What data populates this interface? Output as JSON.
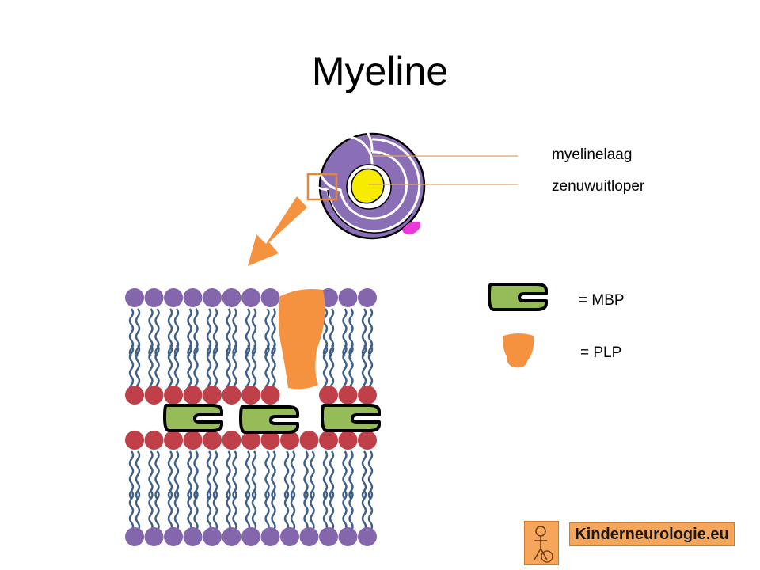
{
  "title": "Myeline",
  "labels": {
    "myelin_layer": "myelinelaag",
    "axon": "zenuwuitloper"
  },
  "legend": {
    "mbp": "= MBP",
    "plp": "= PLP"
  },
  "logo": {
    "text": "Kinderneurologie.eu",
    "icon": "child-figure-icon"
  },
  "colors": {
    "myelin": "#8a6fb6",
    "axon": "#f7ec00",
    "nucleus": "#e83ad8",
    "arrow": "#f4923f",
    "purple_head": "#8466ac",
    "red_head": "#c0404a",
    "tail": "#3f5f86",
    "mbp": "#96bc5a",
    "plp": "#f4923f"
  }
}
